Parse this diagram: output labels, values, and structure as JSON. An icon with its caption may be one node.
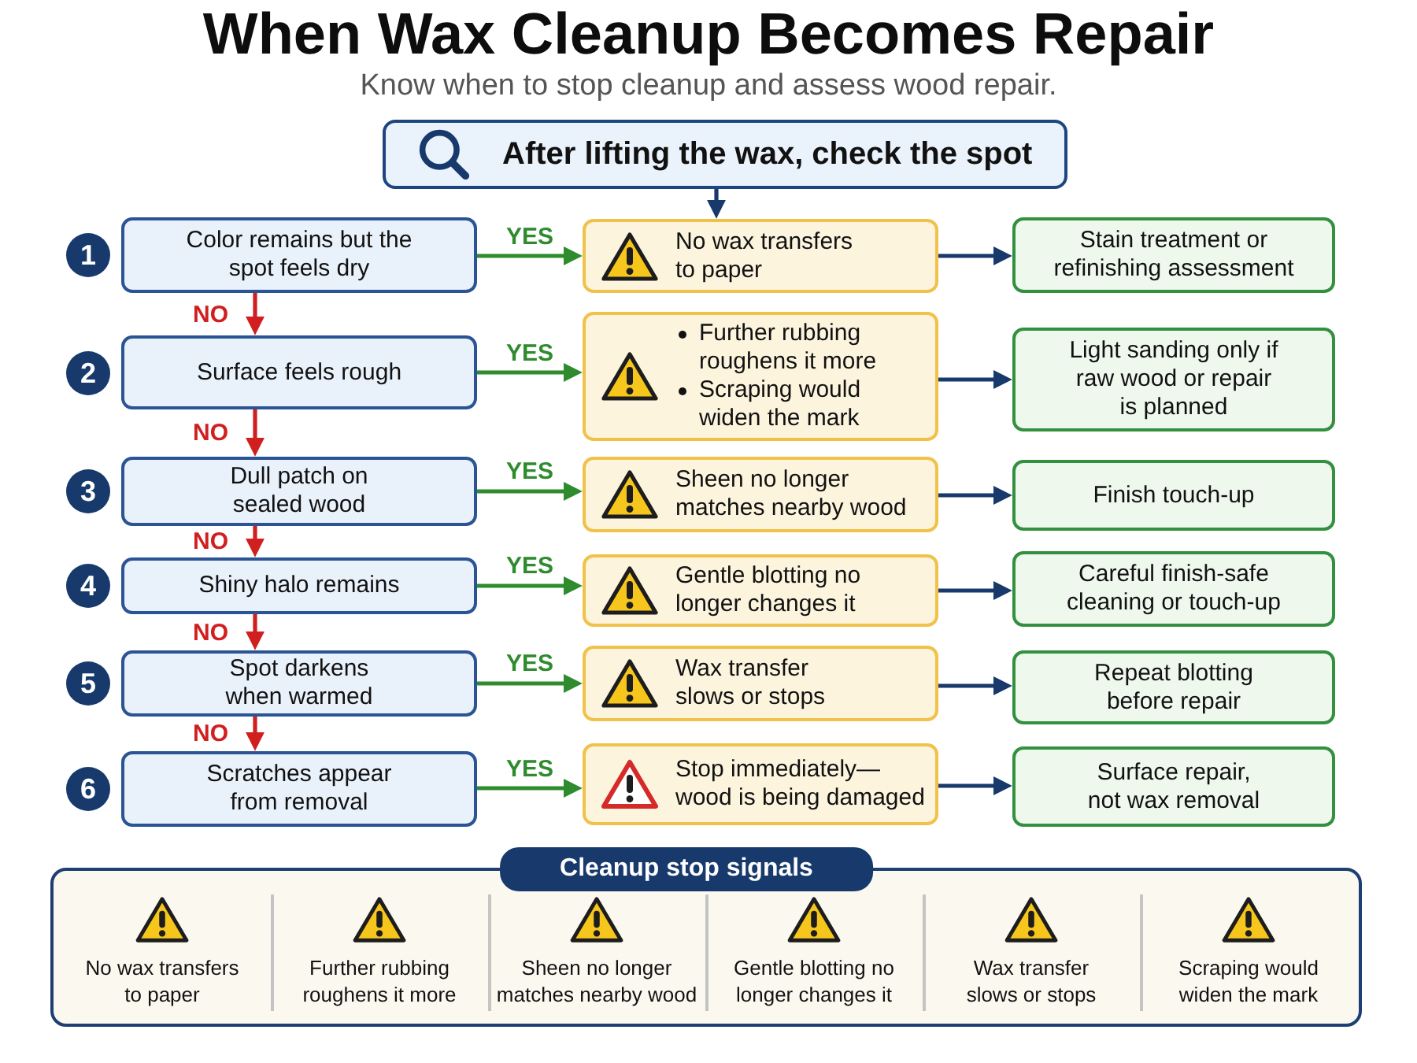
{
  "diagram": {
    "title": "When Wax Cleanup Becomes Repair",
    "caption": "Know when to stop cleanup and assess wood repair.",
    "nodes": [
      {
        "text": [
          "After lifting the wax, check the spot"
        ]
      },
      {
        "text": [
          "Color remains but the spot feels dry"
        ],
        "beside": [
          "1"
        ]
      },
      {
        "text": [
          "No wax transfers to paper"
        ]
      },
      {
        "text": [
          "Stain treatment or refinishing assessment"
        ]
      },
      {
        "text": [
          "Surface feels rough"
        ],
        "beside": [
          "2"
        ]
      },
      {
        "text": [
          "Further rubbing roughens it more",
          "Scraping would widen the mark"
        ]
      },
      {
        "text": [
          "Light sanding only if raw wood or repair is planned"
        ]
      },
      {
        "text": [
          "Dull patch on sealed wood"
        ],
        "beside": [
          "3"
        ]
      },
      {
        "text": [
          "Sheen no longer matches nearby wood"
        ]
      },
      {
        "text": [
          "Finish touch-up"
        ]
      },
      {
        "text": [
          "Shiny halo remains"
        ],
        "beside": [
          "4"
        ]
      },
      {
        "text": [
          "Gentle blotting no longer changes it"
        ]
      },
      {
        "text": [
          "Careful finish-safe cleaning or touch-up"
        ]
      },
      {
        "text": [
          "Spot darkens when warmed"
        ],
        "beside": [
          "5"
        ]
      },
      {
        "text": [
          "Wax transfer slows or stops"
        ]
      },
      {
        "text": [
          "Repeat blotting before repair"
        ]
      },
      {
        "text": [
          "Scratches appear from removal"
        ],
        "beside": [
          "6"
        ]
      },
      {
        "text": [
          "Stop immediately—wood is being damaged"
        ]
      },
      {
        "text": [
          "Surface repair, not wax removal"
        ]
      },
      {
        "text": [
          "Cleanup stop signals"
        ]
      }
    ],
    "edges": [
      {
        "from": 0,
        "to": 2,
        "arrow": "to"
      },
      {
        "from": 1,
        "to": 2,
        "arrow": "to",
        "label": "YES",
        "color": "#2e8b2e"
      },
      {
        "from": 2,
        "to": 3,
        "arrow": "to"
      },
      {
        "from": 1,
        "to": 4,
        "arrow": "to",
        "label": "NO",
        "color": "#d11f1f"
      },
      {
        "from": 4,
        "to": 5,
        "arrow": "to",
        "label": "YES",
        "color": "#2e8b2e"
      },
      {
        "from": 5,
        "to": 6,
        "arrow": "to"
      },
      {
        "from": 4,
        "to": 7,
        "arrow": "to",
        "label": "NO",
        "color": "#d11f1f"
      },
      {
        "from": 7,
        "to": 8,
        "arrow": "to",
        "label": "YES",
        "color": "#2e8b2e"
      },
      {
        "from": 8,
        "to": 9,
        "arrow": "to"
      },
      {
        "from": 7,
        "to": 10,
        "arrow": "to",
        "label": "NO",
        "color": "#d11f1f"
      },
      {
        "from": 10,
        "to": 11,
        "arrow": "to",
        "label": "YES",
        "color": "#2e8b2e"
      },
      {
        "from": 11,
        "to": 12,
        "arrow": "to"
      },
      {
        "from": 10,
        "to": 13,
        "arrow": "to",
        "label": "NO",
        "color": "#d11f1f"
      },
      {
        "from": 13,
        "to": 14,
        "arrow": "to",
        "label": "YES",
        "color": "#2e8b2e"
      },
      {
        "from": 14,
        "to": 15,
        "arrow": "to"
      },
      {
        "from": 13,
        "to": 16,
        "arrow": "to",
        "label": "NO",
        "color": "#d11f1f"
      },
      {
        "from": 16,
        "to": 17,
        "arrow": "to",
        "label": "YES",
        "color": "#2e8b2e"
      },
      {
        "from": 17,
        "to": 18,
        "arrow": "to"
      }
    ],
    "labels": [
      "No wax transfers to paper",
      "Further rubbing roughens it more",
      "Sheen no longer matches nearby wood",
      "Gentle blotting no longer changes it",
      "Wax transfer slows or stops",
      "Scraping would widen the mark"
    ]
  }
}
